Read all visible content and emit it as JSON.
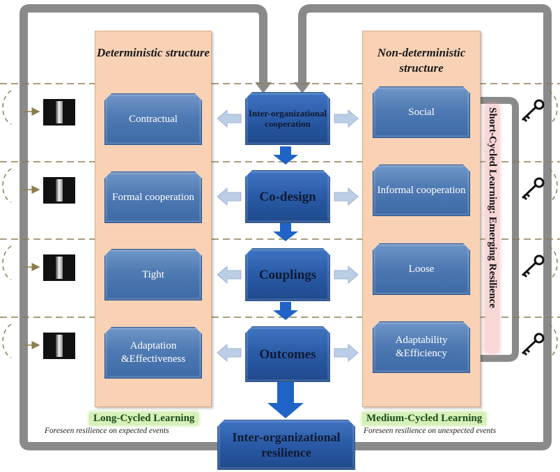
{
  "diagram": {
    "deterministic": {
      "title": "Deterministic structure",
      "boxes": [
        "Contractual",
        "Formal cooperation",
        "Tight",
        "Adaptation &Effectiveness"
      ]
    },
    "center": {
      "boxes": [
        "Inter-organizational cooperation",
        "Co-design",
        "Couplings",
        "Outcomes"
      ],
      "result": "Inter-organizational resilience"
    },
    "non_deterministic": {
      "title": "Non-deterministic structure",
      "boxes": [
        "Social",
        "Informal cooperation",
        "Loose",
        "Adaptability &Efficiency"
      ]
    },
    "learning": {
      "long": {
        "label": "Long-Cycled Learning",
        "note": "Foreseen resilience on expected events"
      },
      "medium": {
        "label": "Medium-Cycled Learning",
        "note": "Foreseen resilience on unexpected events"
      },
      "short": {
        "label": "Short-Cycled Learning: Emerging Resilience"
      }
    },
    "icons": {
      "door": "open-door-icon",
      "key": "key-icon"
    },
    "colors": {
      "panel_fill": "#f9d2b6",
      "box_blue": "#4f7ab3",
      "center_blue": "#2a5aa6",
      "loop_gray": "#8a8a8a",
      "dash_line": "#8b7d50",
      "green_highlight": "#d7f0b8",
      "pink_highlight": "#f8d7d7"
    }
  }
}
